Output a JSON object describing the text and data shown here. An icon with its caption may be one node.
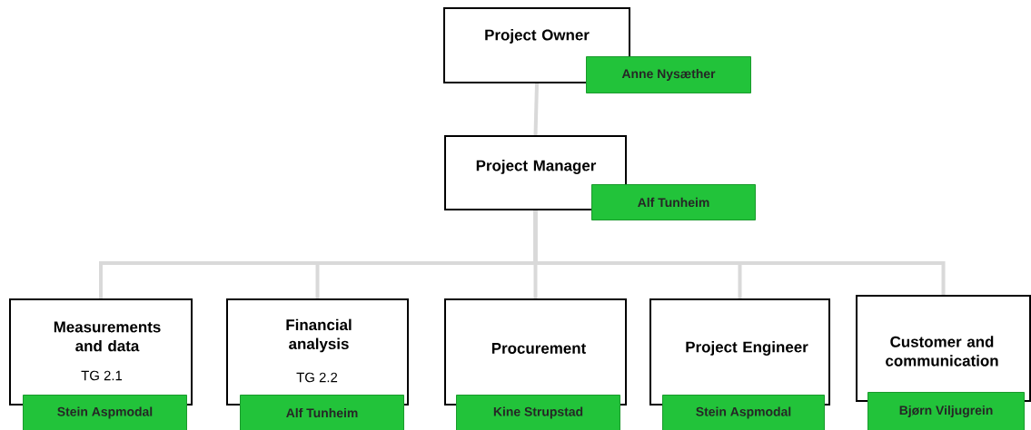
{
  "diagram": {
    "nodes": [
      {
        "text": [
          "Project Owner"
        ]
      },
      {
        "text": [
          "Anne Nysæther"
        ]
      },
      {
        "text": [
          "Project Manager"
        ]
      },
      {
        "text": [
          "Alf Tunheim"
        ]
      },
      {
        "text": [
          "Measurements and data",
          "TG 2.1"
        ]
      },
      {
        "text": [
          "Stein Aspmodal"
        ]
      },
      {
        "text": [
          "Financial analysis",
          "TG 2.2"
        ]
      },
      {
        "text": [
          "Alf Tunheim"
        ]
      },
      {
        "text": [
          "Procurement"
        ]
      },
      {
        "text": [
          "Kine Strupstad"
        ]
      },
      {
        "text": [
          "Project Engineer"
        ]
      },
      {
        "text": [
          "Stein Aspmodal"
        ]
      },
      {
        "text": [
          "Customer and communication"
        ]
      },
      {
        "text": [
          "Bjørn Viljugrein"
        ]
      }
    ],
    "edges": [
      {
        "from": 0,
        "to": 2,
        "arrow": "none"
      },
      {
        "from": 2,
        "to": 4,
        "arrow": "none"
      },
      {
        "from": 2,
        "to": 6,
        "arrow": "none"
      },
      {
        "from": 2,
        "to": 8,
        "arrow": "none"
      },
      {
        "from": 2,
        "to": 10,
        "arrow": "none"
      },
      {
        "from": 2,
        "to": 12,
        "arrow": "none"
      }
    ]
  }
}
